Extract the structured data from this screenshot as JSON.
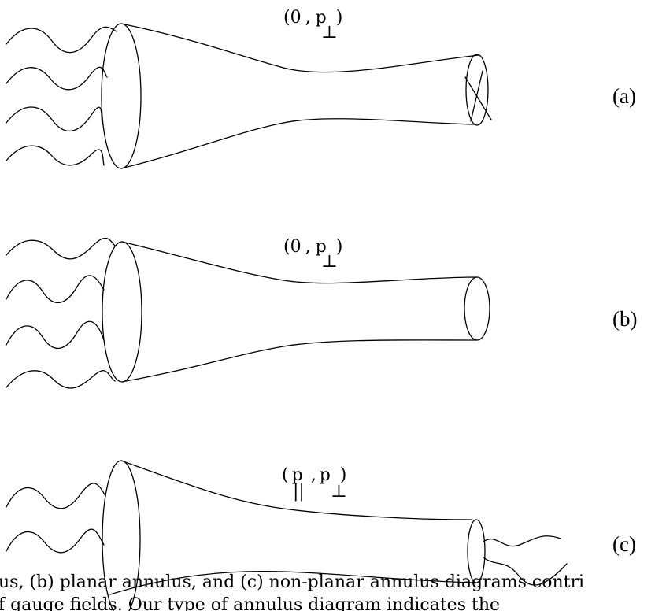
{
  "panels": [
    {
      "id": "a",
      "label": "(a)",
      "momentum": {
        "open": "(",
        "first": "0",
        "sep": ",",
        "second": "p",
        "sub_first": "",
        "sub_second": "⊥",
        "close": ")"
      }
    },
    {
      "id": "b",
      "label": "(b)",
      "momentum": {
        "open": "(",
        "first": "0",
        "sep": ",",
        "second": "p",
        "sub_first": "",
        "sub_second": "⊥",
        "close": ")"
      }
    },
    {
      "id": "c",
      "label": "(c)",
      "momentum": {
        "open": "(",
        "first": "p",
        "sep": ",",
        "second": "p",
        "sub_first": "||",
        "sub_second": "⊥",
        "close": ")"
      }
    }
  ],
  "caption": {
    "line1": "us, (b) planar annulus, and (c) non-planar annulus diagrams contri",
    "line2": "f  gauge  fields.  Our  type  of  annulus  diagram  indicates  the"
  }
}
